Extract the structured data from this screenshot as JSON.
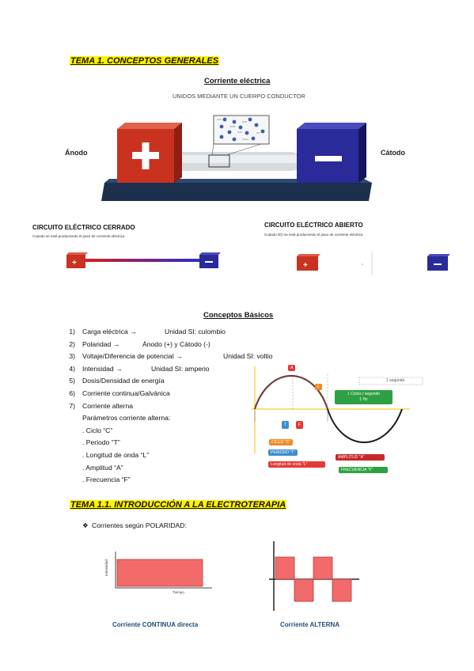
{
  "section1": {
    "title": "TEMA 1. CONCEPTOS GENERALES",
    "subtitle": "Corriente eléctrica",
    "caption": "UNIDOS MEDIANTE UN CUERPO CONDUCTOR",
    "anode": "Ánodo",
    "cathode": "Cátodo"
  },
  "circuits": {
    "closed_title": "CIRCUITO ELÉCTRICO CERRADO",
    "closed_desc": "Cuando se está produciendo el paso de corriente eléctrica",
    "open_title": "CIRCUITO ELÉCTRICO ABIERTO",
    "open_desc": "Cuando NO se está produciendo el paso de corriente eléctrica"
  },
  "basics": {
    "title": "Conceptos Básicos",
    "items": [
      {
        "num": "1)",
        "text": "Carga eléctrica →",
        "extra": "Unidad SI: culombio"
      },
      {
        "num": "2)",
        "text": "Polaridad →",
        "extra": "Ánodo (+) y Cátodo (-)"
      },
      {
        "num": "3)",
        "text": "Voltaje/Diferencia de potencial →",
        "extra": "Unidad SI: voltio"
      },
      {
        "num": "4)",
        "text": "Intensidad →",
        "extra": "Unidad SI: amperio"
      },
      {
        "num": "5)",
        "text": "Dosis/Densidad de energía",
        "extra": ""
      },
      {
        "num": "6)",
        "text": "Corriente continua/Galvánica",
        "extra": ""
      },
      {
        "num": "7)",
        "text": "Corriente alterna",
        "extra": ""
      }
    ],
    "params_title": "Parámetros corriente alterna:",
    "params": [
      ". Ciclo “C”",
      ". Periodo “T”",
      ". Longitud de onda “L”",
      ". Amplitud “A”",
      ". Frecuencia “F”"
    ]
  },
  "wave": {
    "tag_a": "A",
    "tag_l": "L",
    "tag_t": "T",
    "tag_f": "F",
    "one_second": "1 segundo",
    "cycles": "1 Ciclos / segundo",
    "cycles_unit": "1 Hz",
    "ciclo": "CICLO \"C\"",
    "periodo": "PERIODO \"T\"",
    "longitud": "Longitud de onda \"L\"",
    "amplitud": "AMPLITUD \"A\"",
    "frecuencia": "FRECUENCIA \"F\""
  },
  "section2": {
    "title": "TEMA 1.1. INTRODUCCIÓN A LA ELECTROTERAPIA",
    "bullet": "Corrientes según POLARIDAD:",
    "y_axis": "Intensidad",
    "x_axis": "Tiempo",
    "caption_dc": "Corriente CONTINUA directa",
    "caption_ac": "Corriente ALTERNA"
  },
  "colors": {
    "highlight": "#fff200",
    "anode_red": "#c8321e",
    "cathode_blue": "#2a2a9a",
    "base_navy": "#1c2f4c",
    "wave_red": "#f26a6a",
    "caption_blue": "#1f4e79"
  },
  "icons": [
    "plus-icon",
    "minus-icon",
    "electron-icon",
    "diamond-bullet-icon"
  ]
}
